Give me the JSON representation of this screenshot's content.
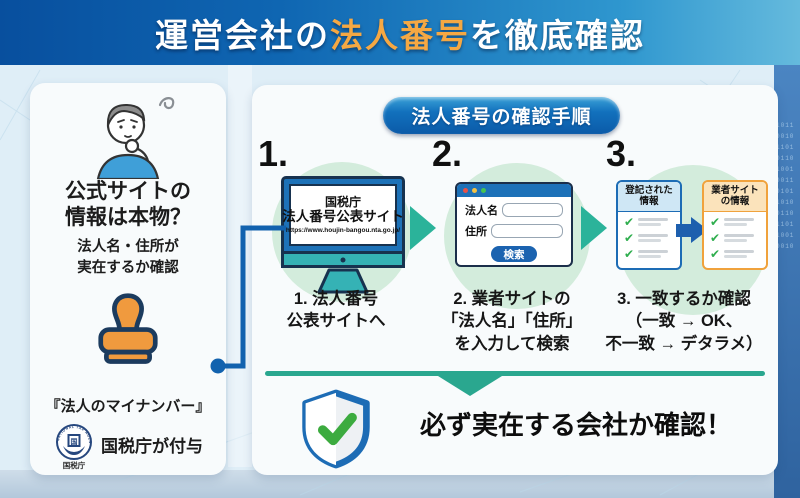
{
  "header": {
    "prefix": "運営会社の",
    "highlight": "法人番号",
    "suffix": "を徹底確認",
    "highlight_color": "#f5a843"
  },
  "left_panel": {
    "title_lines": [
      "公式サイトの",
      "情報は本物？"
    ],
    "subtitle_lines": [
      "法人名・住所が",
      "実在するか確認"
    ],
    "myno_label": "『法人のマイナンバー』",
    "agency_label": "国税庁が付与",
    "logo": {
      "arc_text": "NATIONAL TAX AGENCY",
      "center_glyph": "国",
      "caption": "国税庁"
    }
  },
  "procedure": {
    "pill_title": "法人番号の確認手順",
    "steps": [
      {
        "number": "1.",
        "monitor": {
          "org": "国税庁",
          "site": "法人番号公表サイト",
          "url": "https://www.houjin-bangou.nta.go.jp/"
        },
        "caption_lines": [
          "1. 法人番号",
          "公表サイトへ"
        ]
      },
      {
        "number": "2.",
        "window": {
          "field1_label": "法人名",
          "field2_label": "住所",
          "search_label": "検索"
        },
        "caption_lines": [
          "2. 業者サイトの",
          "「法人名」「住所」",
          "を入力して検索"
        ]
      },
      {
        "number": "3.",
        "compare": {
          "left_header_lines": [
            "登記された",
            "情報"
          ],
          "right_header_lines": [
            "業者サイト",
            "の情報"
          ]
        },
        "caption_lines": [
          "3. 一致するか確認",
          "（一致 → OK、",
          "不一致 → デタラメ）"
        ]
      }
    ],
    "conclusion": "必ず実在する会社か確認！"
  },
  "background": {
    "digits": "1011 0010 1101 0110 1001 0011 0101 1010 0110 1101 1001 0010"
  },
  "colors": {
    "banner_blue": "#0f66b2",
    "accent_orange": "#f5a843",
    "teal_arrow": "#2bb39a",
    "link_blue": "#1d5fae",
    "divider_teal": "#2aa78f",
    "check_green": "#2fae4e"
  }
}
